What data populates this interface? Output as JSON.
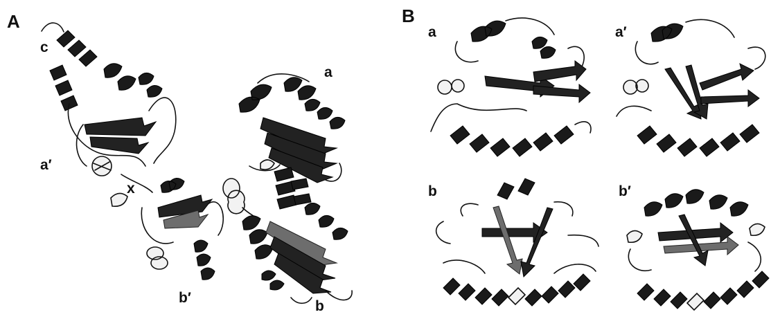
{
  "panels": [
    {
      "letter": "A",
      "domain_labels": [
        "c",
        "a′",
        "x",
        "a",
        "b′",
        "b"
      ]
    },
    {
      "letter": "B",
      "domain_labels": [
        "a",
        "a′",
        "b",
        "b′"
      ]
    }
  ],
  "colors": {
    "background": "#ffffff",
    "ribbon_dark": "#1a1a1a",
    "ribbon_grey": "#6d6d6d",
    "ribbon_light": "#f2f2f2"
  }
}
